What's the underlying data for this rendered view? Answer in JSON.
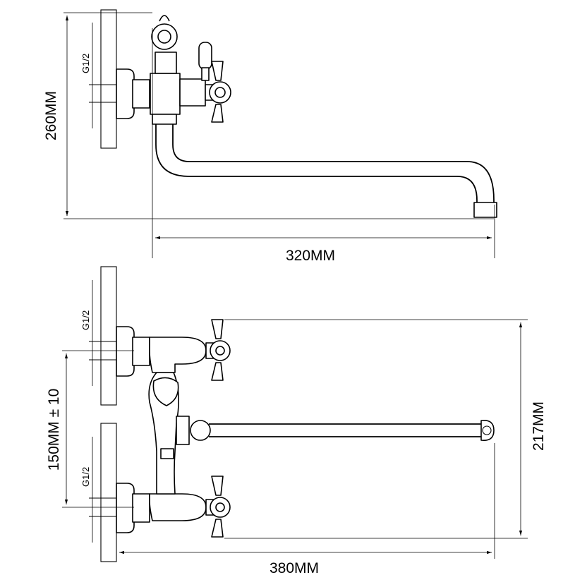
{
  "top_view": {
    "height_label": "260MM",
    "spout_length_label": "320MM",
    "thread_label": "G1/2"
  },
  "front_view": {
    "thread_label_upper": "G1/2",
    "thread_label_lower": "G1/2",
    "center_distance_label": "150MM ± 10",
    "height_label": "217MM",
    "width_label": "380MM"
  }
}
